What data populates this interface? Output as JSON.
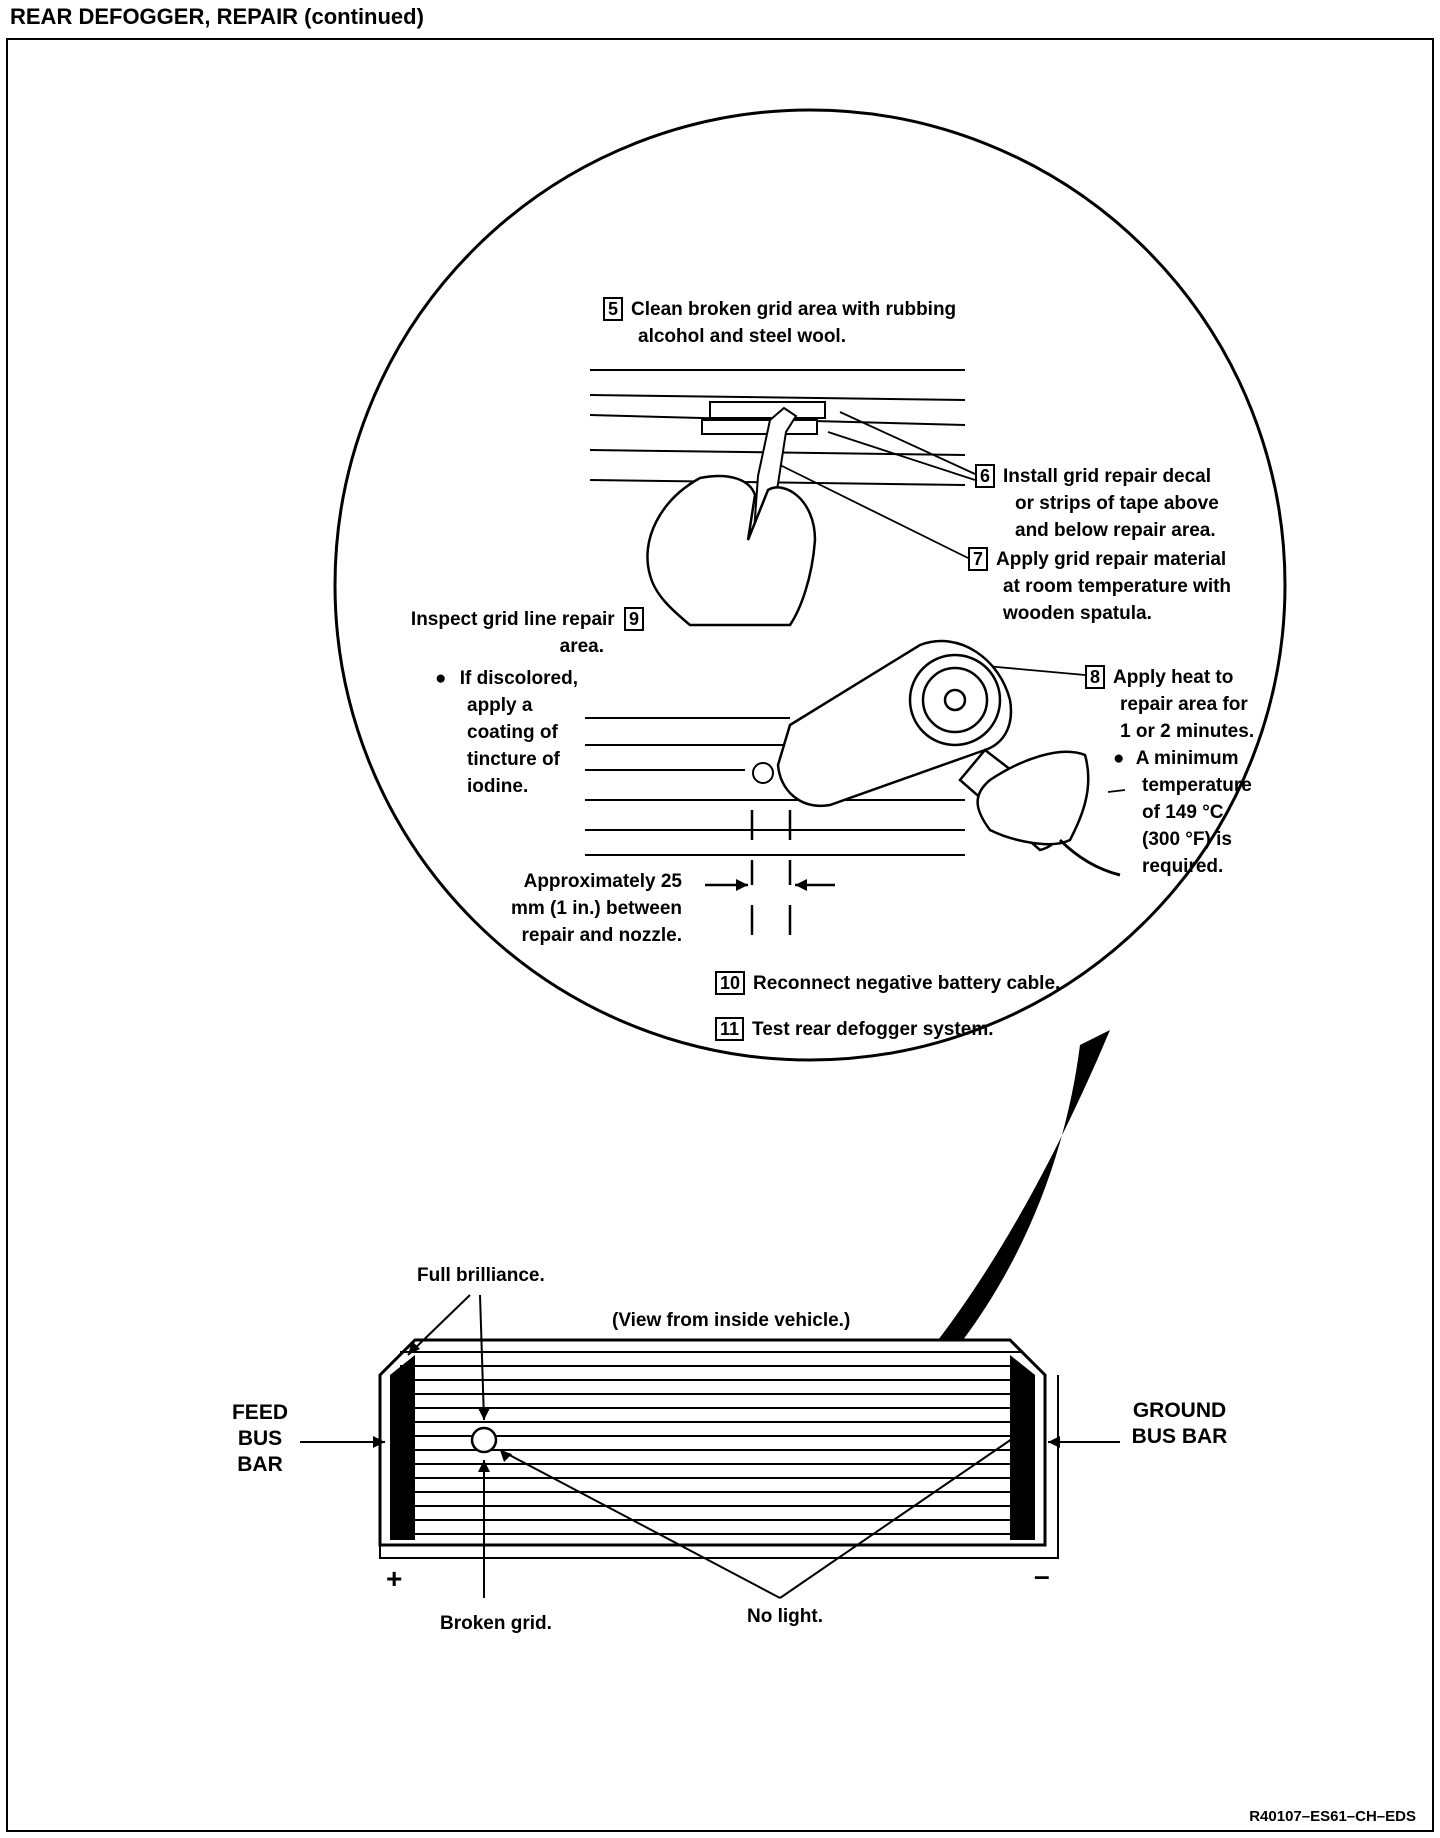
{
  "header": {
    "title": "REAR DEFOGGER, REPAIR (continued)"
  },
  "steps": {
    "s5": {
      "num": "5",
      "line1": "Clean broken grid area with rubbing",
      "line2": "alcohol and steel wool."
    },
    "s6": {
      "num": "6",
      "line1": "Install grid repair decal",
      "line2": "or strips of tape above",
      "line3": "and below repair area."
    },
    "s7": {
      "num": "7",
      "line1": "Apply grid repair material",
      "line2": "at room temperature with",
      "line3": "wooden spatula."
    },
    "s8": {
      "num": "8",
      "line1": "Apply heat to",
      "line2": "repair area for",
      "line3": "1 or 2 minutes.",
      "bullet1": "A minimum",
      "bullet2": "temperature",
      "bullet3": "of 149 °C",
      "bullet4": "(300 °F) is",
      "bullet5": "required."
    },
    "s9": {
      "num": "9",
      "line1": "Inspect grid line repair",
      "line2": "area.",
      "bullet1": "If discolored,",
      "bullet2": "apply a",
      "bullet3": "coating of",
      "bullet4": "tincture of",
      "bullet5": "iodine."
    },
    "s10": {
      "num": "10",
      "text": "Reconnect negative battery cable."
    },
    "s11": {
      "num": "11",
      "text": "Test rear defogger system."
    }
  },
  "distance": {
    "line1": "Approximately 25",
    "line2": "mm (1 in.) between",
    "line3": "repair and nozzle."
  },
  "window": {
    "full_brilliance": "Full  brilliance.",
    "view": "(View from inside vehicle.)",
    "feed1": "FEED",
    "feed2": "BUS",
    "feed3": "BAR",
    "ground1": "GROUND",
    "ground2": "BUS BAR",
    "plus": "+",
    "minus": "–",
    "broken": "Broken grid.",
    "nolight": "No light."
  },
  "reference": "R40107–ES61–CH–EDS"
}
